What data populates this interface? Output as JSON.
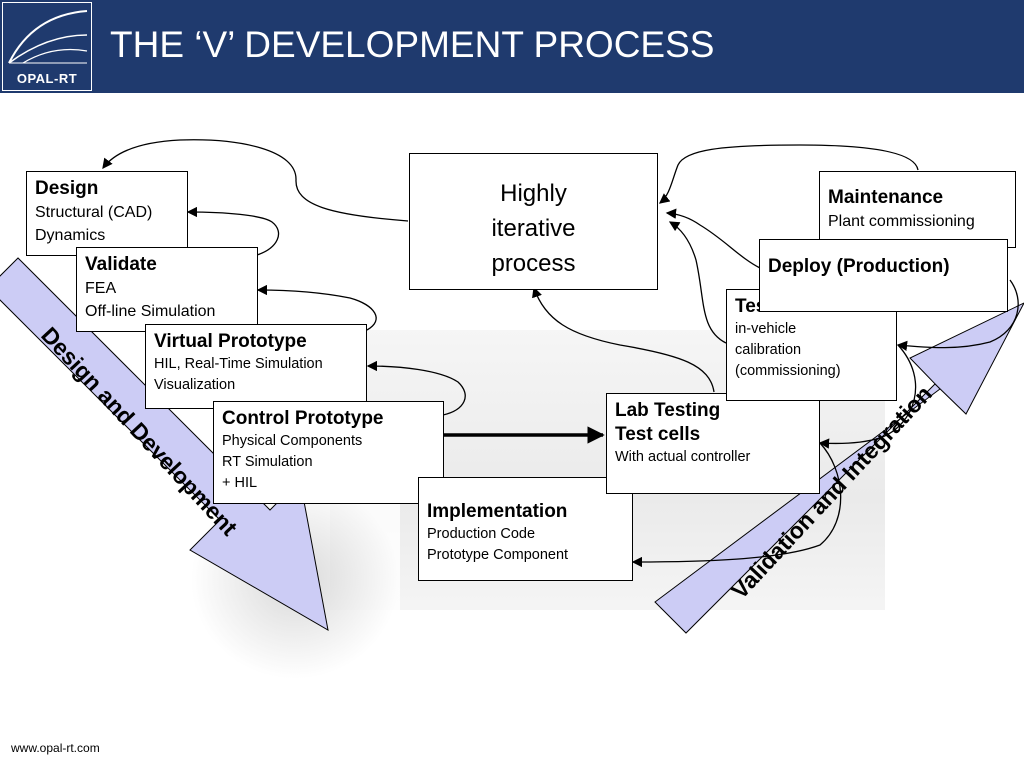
{
  "header": {
    "logo_text": "OPAL-RT",
    "title": "THE ‘V’ DEVELOPMENT PROCESS"
  },
  "colors": {
    "header_bg": "#1f3a6e",
    "arrow_fill": "#ccccf5",
    "text": "#000000"
  },
  "center": {
    "lines": [
      "Highly",
      "iterative",
      "process"
    ]
  },
  "design": {
    "title": "Design",
    "lines": [
      "Structural (CAD)",
      "Dynamics"
    ]
  },
  "validate": {
    "title": "Validate",
    "lines": [
      "FEA",
      "Off-line Simulation"
    ]
  },
  "virtual": {
    "title": "Virtual Prototype",
    "lines": [
      "HIL, Real-Time Simulation",
      "Visualization"
    ]
  },
  "control": {
    "title": "Control Prototype",
    "lines": [
      "Physical Components",
      "RT Simulation",
      "+ HIL"
    ]
  },
  "implementation": {
    "title": "Implementation",
    "lines": [
      "Production Code",
      "Prototype Component"
    ]
  },
  "lab": {
    "title_lines": [
      "Lab Testing",
      "Test cells"
    ],
    "lines": [
      "With actual controller"
    ]
  },
  "testtrack": {
    "title": "Test track",
    "lines": [
      "in-vehicle",
      "calibration",
      "(commissioning)"
    ]
  },
  "deploy": {
    "title": "Deploy (Production)"
  },
  "maintenance": {
    "title": "Maintenance",
    "lines": [
      "Plant commissioning"
    ]
  },
  "arrows": {
    "left_label": "Design and Development",
    "right_label": "Validation and Integration"
  },
  "footer": {
    "url": "www.opal-rt.com"
  }
}
